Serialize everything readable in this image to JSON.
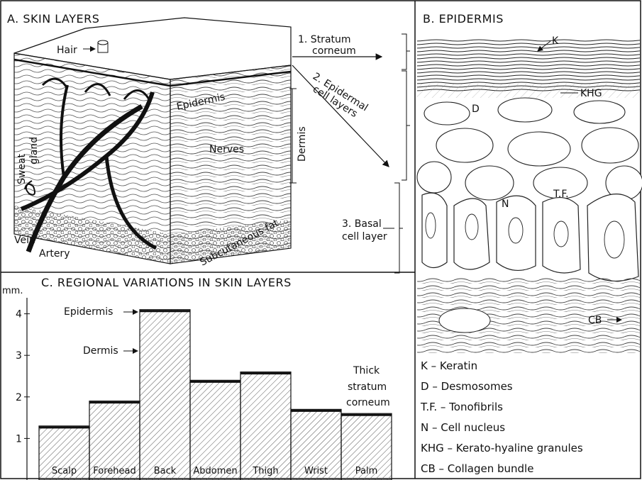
{
  "panels": {
    "a": {
      "title": "A. SKIN LAYERS",
      "labels": {
        "hair": "Hair",
        "epidermis": "Epidermis",
        "nerves": "Nerves",
        "dermis": "Dermis",
        "sweat": "Sweat",
        "gland": "gland",
        "vein": "Vein",
        "artery": "Artery",
        "subcutaneous_fat": "Subcutaneous fat"
      },
      "callouts": {
        "c1_line1": "1. Stratum",
        "c1_line2": "corneum",
        "c2_line1": "2. Epidermal",
        "c2_line2": "cell layers",
        "c3_line1": "3. Basal",
        "c3_line2": "cell layer"
      }
    },
    "b": {
      "title": "B. EPIDERMIS",
      "labels": {
        "k": "K",
        "d": "D",
        "khg": "KHG",
        "tf": "T.F.",
        "n": "N",
        "cb": "CB"
      },
      "legend": [
        "K – Keratin",
        "D – Desmosomes",
        "T.F. – Tonofibrils",
        "N – Cell nucleus",
        "KHG – Kerato-hyaline granules",
        "CB – Collagen bundle"
      ]
    },
    "c": {
      "title": "C. REGIONAL VARIATIONS IN SKIN LAYERS",
      "unit": "mm.",
      "annotations": {
        "epidermis": "Epidermis",
        "dermis": "Dermis",
        "thick1": "Thick",
        "thick2": "stratum",
        "thick3": "corneum"
      }
    }
  },
  "chart_data": {
    "type": "bar",
    "title": "C. REGIONAL VARIATIONS IN SKIN LAYERS",
    "ylabel": "mm.",
    "ylim": [
      0,
      4.3
    ],
    "yticks": [
      1,
      2,
      3,
      4
    ],
    "categories": [
      "Scalp",
      "Forehead",
      "Back",
      "Abdomen",
      "Thigh",
      "Wrist",
      "Palm"
    ],
    "values": [
      1.3,
      1.9,
      4.1,
      2.4,
      2.6,
      1.7,
      1.6
    ]
  }
}
